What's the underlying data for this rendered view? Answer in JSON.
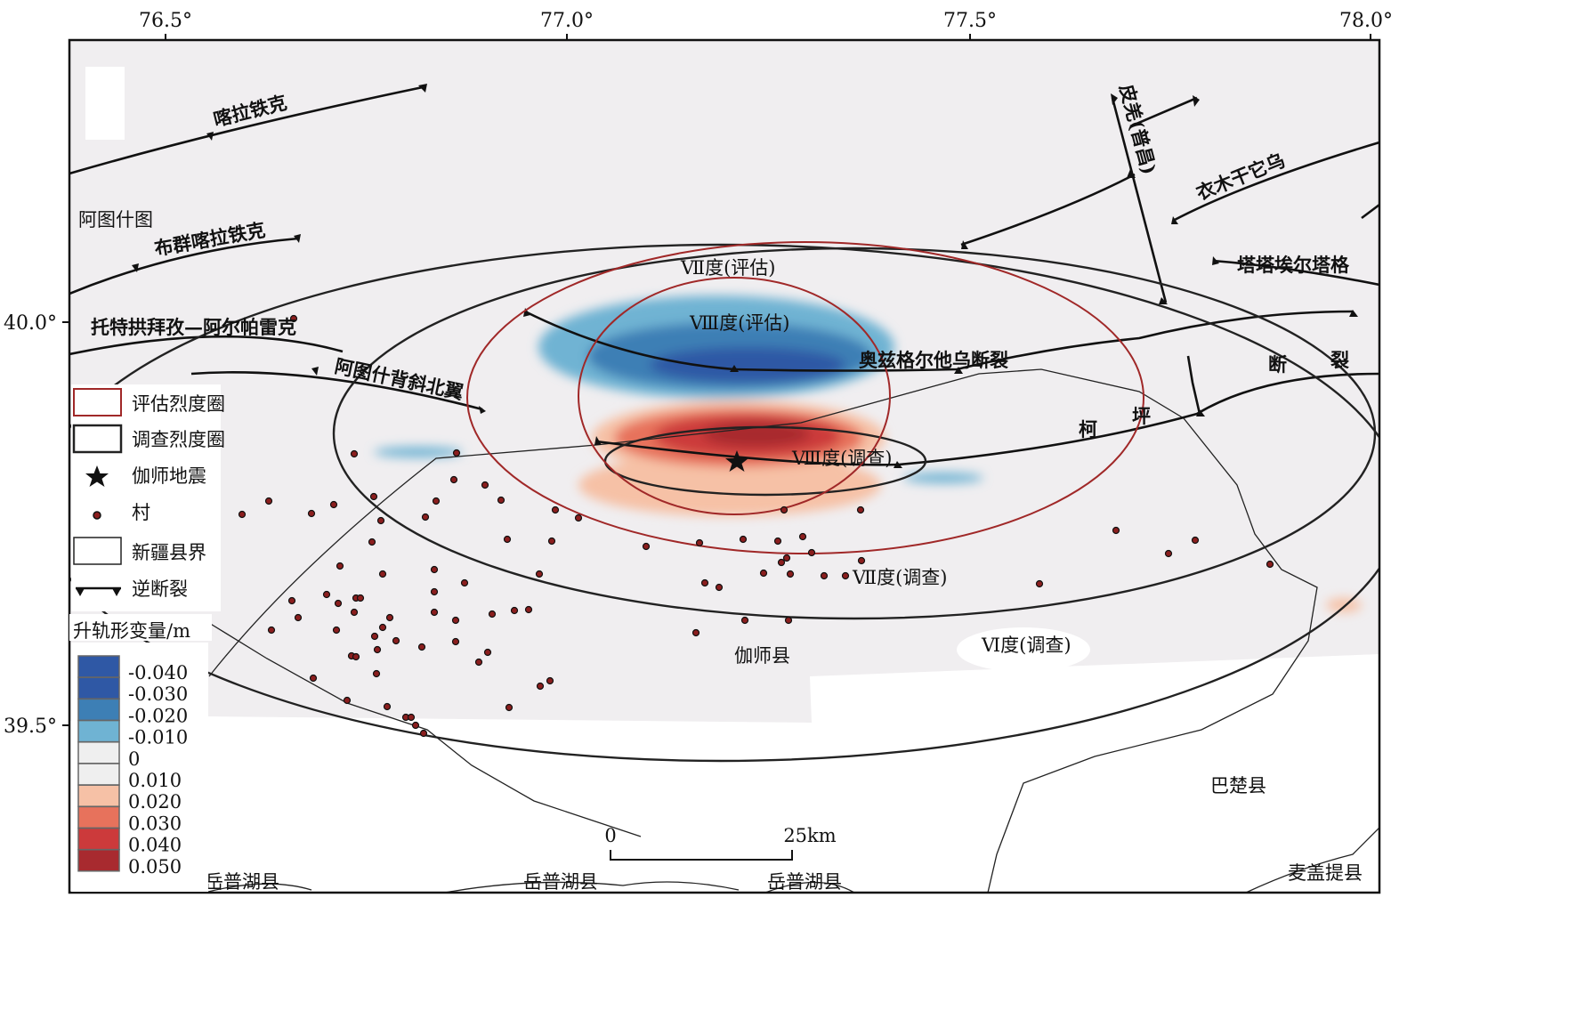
{
  "axes": {
    "lon_ticks": [
      "76.5°",
      "77.0°",
      "77.5°",
      "78.0°"
    ],
    "lat_ticks": [
      "40.0°",
      "39.5°"
    ]
  },
  "faults": [
    "喀拉铁克",
    "布群喀拉铁克",
    "托特拱拜孜—阿尔帕雷克",
    "阿图什背斜北翼",
    "奥兹格尔他乌断裂",
    "皮羌(普昌)",
    "衣木干它乌",
    "塔塔埃尔塔格",
    "柯",
    "坪",
    "断",
    "裂"
  ],
  "places": [
    "阿图什图",
    "伽师县",
    "巴楚县",
    "岳普湖县",
    "岳普湖县",
    "岳普湖县",
    "麦盖提县"
  ],
  "intensity_labels": [
    "Ⅶ度(评估)",
    "Ⅷ度(评估)",
    "Ⅷ度(调查)",
    "Ⅶ度(调查)",
    "Ⅵ度(调查)"
  ],
  "legend": {
    "items": [
      "评估烈度圈",
      "调查烈度圈",
      "伽师地震",
      "村",
      "新疆县界",
      "逆断裂"
    ],
    "colorbar_title": "升轨形变量/m",
    "colorbar_labels": [
      "-0.040",
      "-0.030",
      "-0.020",
      "-0.010",
      "0",
      "0.010",
      "0.020",
      "0.030",
      "0.040",
      "0.050"
    ],
    "colorbar_colors": [
      "#2f58a5",
      "#2f58a5",
      "#3d7fb5",
      "#6fb3d3",
      "#efefef",
      "#efefef",
      "#f6c1a6",
      "#e7725c",
      "#cc3a3b",
      "#a82a2f"
    ]
  },
  "scale_bar": {
    "start": "0",
    "end": "25km"
  },
  "colors": {
    "assessed_circle": "#a02828",
    "survey_circle": "#222222",
    "village": "#8b1e1e"
  }
}
